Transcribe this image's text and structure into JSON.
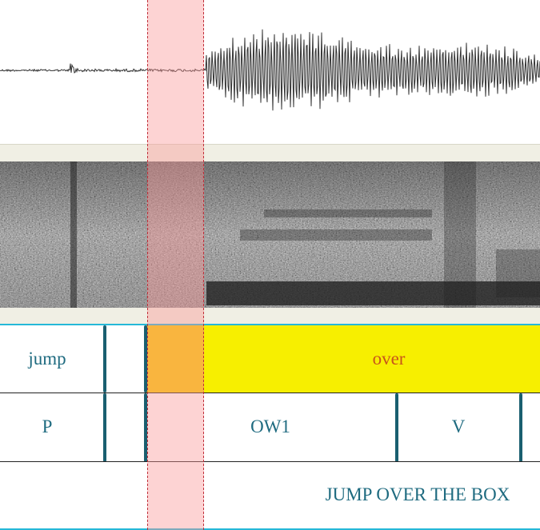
{
  "tiers": {
    "words": [
      {
        "label": "jump"
      },
      {
        "label": "over"
      }
    ],
    "phones": [
      {
        "label": "P"
      },
      {
        "label": "OW1"
      },
      {
        "label": "V"
      }
    ],
    "utterance": {
      "label": "JUMP OVER THE BOX"
    }
  },
  "colors": {
    "selection": "#f8b4b4",
    "word_highlight": "#f7ef00",
    "selected_overlap": "#f8cc00",
    "boundary": "#1a5f70",
    "label_text": "#1f6b80",
    "tier_border": "#25b8d8",
    "waveform": "#333333"
  }
}
